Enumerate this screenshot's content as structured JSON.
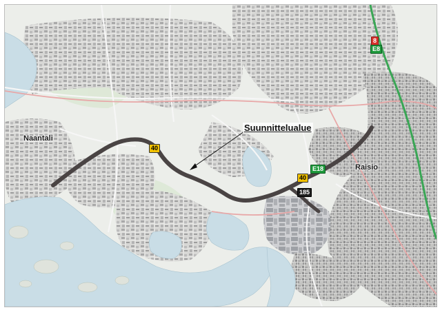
{
  "map": {
    "places": {
      "naantali": "Naantali",
      "raisio": "Raisio"
    },
    "planning_area_label": "Suunnittelualue",
    "road_shields": {
      "route_40_west": "40",
      "route_40_east": "40",
      "e18": "E18",
      "route_185": "185",
      "route_8": "8",
      "e8": "E8"
    },
    "colors": {
      "planned_route": "#4a4444",
      "water": "#c9dde6",
      "land": "#eceeea",
      "urban_grey": "#b3b3b3",
      "forest": "#d6e6cf",
      "major_road_green": "#3aa655",
      "road_pink": "#e8a7a7"
    },
    "icons": [
      "road-shield-yellow",
      "road-shield-green",
      "road-shield-red",
      "road-shield-black",
      "arrow-pointer"
    ]
  }
}
